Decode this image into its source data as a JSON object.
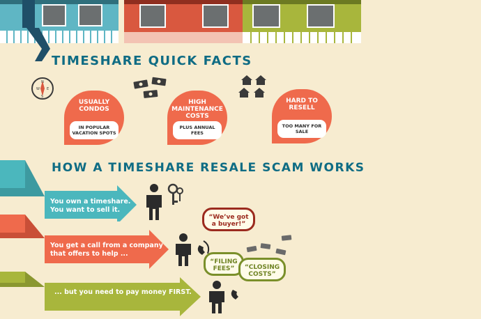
{
  "headings": {
    "quick_facts": "TIMESHARE QUICK FACTS",
    "scam_works": "HOW A TIMESHARE RESALE SCAM WORKS"
  },
  "facts": [
    {
      "title": "USUALLY CONDOS",
      "sub": "IN POPULAR VACATION SPOTS",
      "icon": "compass-icon"
    },
    {
      "title": "HIGH MAINTENANCE COSTS",
      "sub": "PLUS ANNUAL FEES",
      "icon": "money-icon"
    },
    {
      "title": "HARD TO RESELL",
      "sub": "TOO MANY FOR SALE",
      "icon": "houses-icon"
    }
  ],
  "steps": [
    {
      "line1": "You own a timeshare.",
      "line2": "You want to sell it.",
      "color": "#4bb7bd"
    },
    {
      "line1": "You get a call from a company",
      "line2": "that offers to help ...",
      "color": "#ef6a4c"
    },
    {
      "line1": "... but you need to pay money FIRST.",
      "line2": "",
      "color": "#a8b63c"
    }
  ],
  "bubbles": {
    "buyer": "“We’ve got a buyer!”",
    "filing": "“FILING FEES”",
    "closing": "“CLOSING COSTS”"
  },
  "colors": {
    "background": "#f7ecd0",
    "heading": "#0f6c84",
    "coral": "#ef6a4c",
    "teal": "#4bb7bd",
    "olive": "#a8b63c"
  }
}
